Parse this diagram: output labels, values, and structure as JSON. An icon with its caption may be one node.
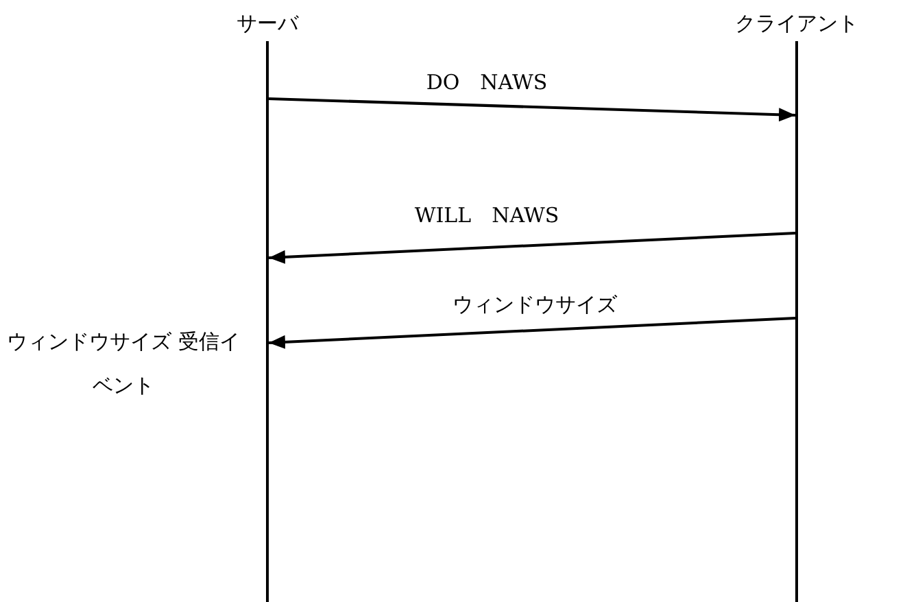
{
  "diagram": {
    "nodes": [
      {
        "text": [
          "サーバ"
        ]
      },
      {
        "text": [
          "クライアント"
        ]
      }
    ],
    "edges": [
      {
        "from": 0,
        "to": 1,
        "arrow": "to",
        "label": "DO　NAWS"
      },
      {
        "from": 1,
        "to": 0,
        "arrow": "to",
        "label": "WILL　NAWS"
      },
      {
        "from": 1,
        "to": 0,
        "arrow": "to",
        "label": "ウィンドウサイズ"
      }
    ],
    "labels": [
      "ウィンドウサイズ 受信イベント"
    ]
  }
}
